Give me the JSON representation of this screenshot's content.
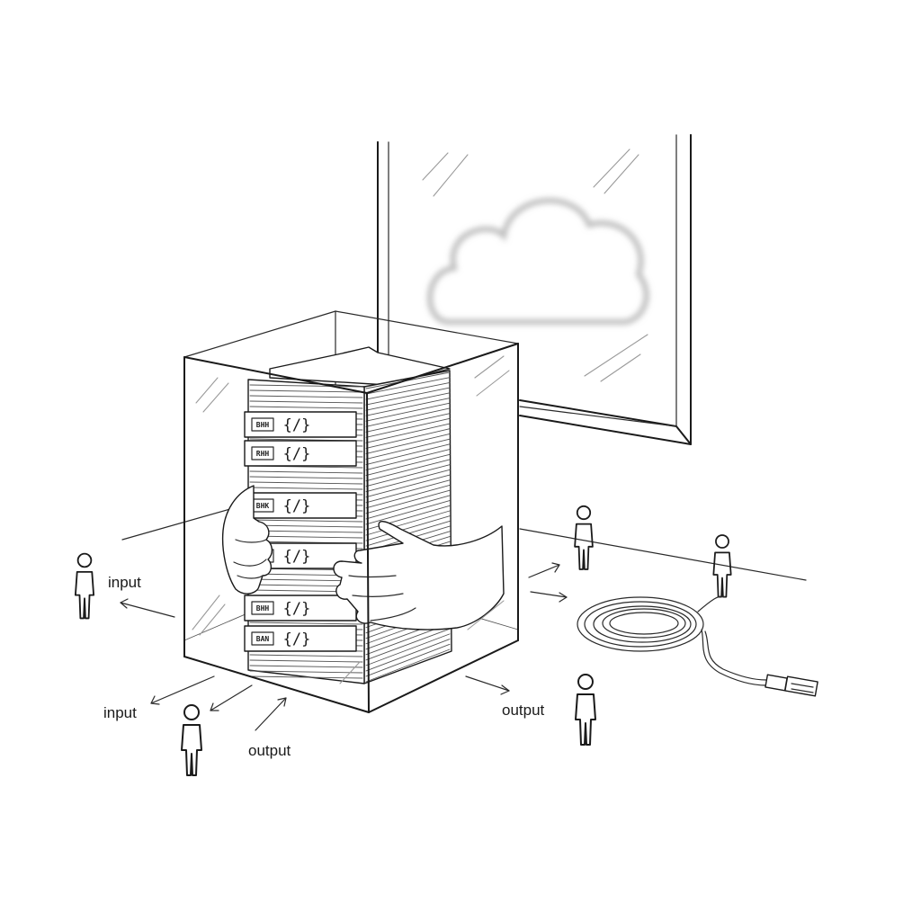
{
  "labels": {
    "input_left": "input",
    "input_bottom": "input",
    "output_bottom": "output",
    "output_right": "output"
  },
  "binders": [
    {
      "tag": "BHH",
      "code": "{/}"
    },
    {
      "tag": "RHH",
      "code": "{/}"
    },
    {
      "tag": "BHK",
      "code": "{/}"
    },
    {
      "tag": "",
      "code": "{/}"
    },
    {
      "tag": "BHH",
      "code": "{/}"
    },
    {
      "tag": "BAN",
      "code": "{/}"
    }
  ],
  "icons": {
    "cloud": "cloud-icon",
    "person": "person-icon",
    "cable": "usb-cable-icon"
  },
  "colors": {
    "ink": "#1a1a1a",
    "cloud_blur": "#bdbdbd",
    "background": "#ffffff"
  }
}
